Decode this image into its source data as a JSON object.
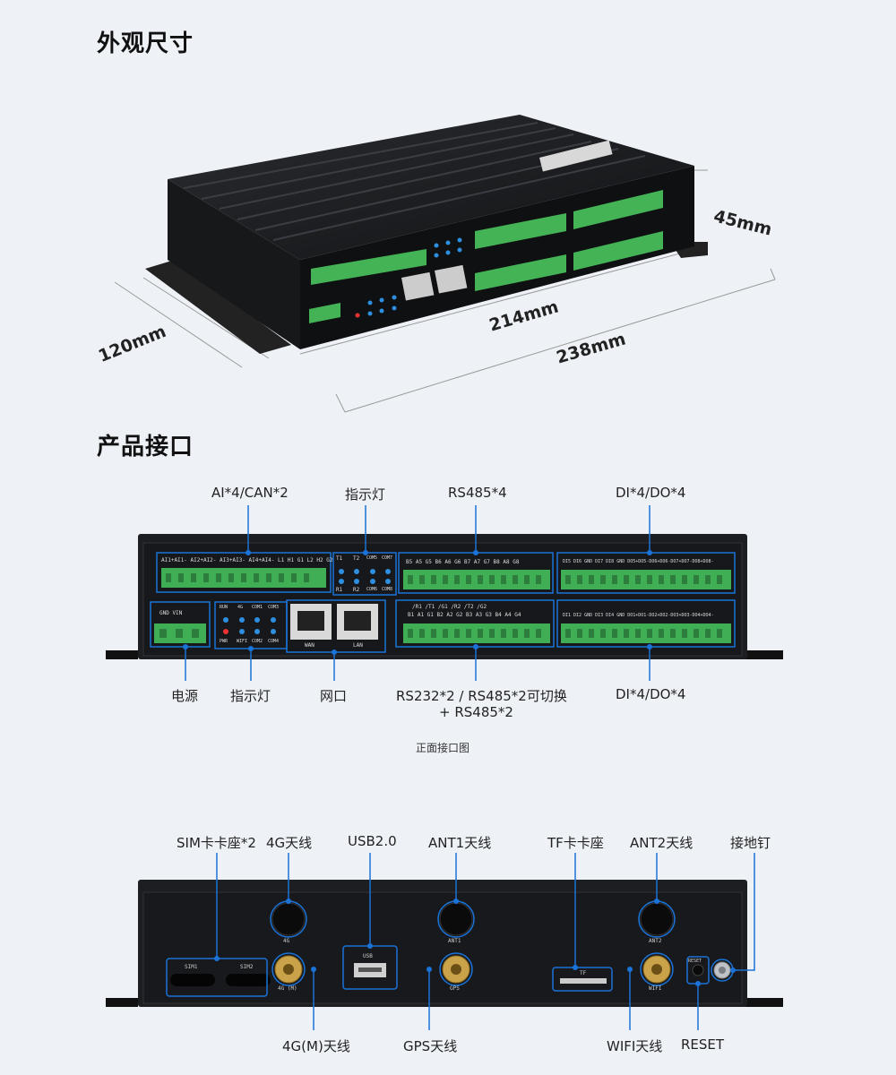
{
  "sections": {
    "dimensions_title": "外观尺寸",
    "interfaces_title": "产品接口"
  },
  "dimensions": {
    "height": "45mm",
    "inner_length": "214mm",
    "depth": "120mm",
    "outer_length": "238mm"
  },
  "front_panel": {
    "callouts_top": [
      "AI*4/CAN*2",
      "指示灯",
      "RS485*4",
      "DI*4/DO*4"
    ],
    "callouts_bottom": [
      "电源",
      "指示灯",
      "网口",
      "RS232*2 / RS485*2可切换",
      "+ RS485*2",
      "DI*4/DO*4"
    ],
    "caption": "正面接口图",
    "terminal_labels": {
      "ai_can": "AI1+AI1- AI2+AI2- AI3+AI3- AI4+AI4- L1 H1 G1 L2 H2 G2",
      "rs485": "B5 A5 G5 B6 A6 G6 B7 A7 G7 B8 A8 G8",
      "di_do_top": "DI5 DI6 GND DI7 DI8 GND DO5+DO5-DO6+DO6-DO7+DO7-DO8+DO8-",
      "rs232": "/R1 /T1 /G1 /R2 /T2 /G2",
      "rs232_b": "B1 A1 G1 B2 A2 G2 B3 A3 G3 B4 A4 G4",
      "di_do_bottom": "DI1 DI2 GND DI3 DI4 GND DO1+DO1-DO2+DO2-DO3+DO3-DO4+DO4-",
      "power": "GND VIN",
      "leds_top": [
        "T1",
        "T2",
        "COM5",
        "COM7",
        "R1",
        "R2",
        "COM6",
        "COM8"
      ],
      "leds_bottom": [
        "RUN",
        "4G",
        "COM1",
        "COM3",
        "PWR",
        "WIFI",
        "COM2",
        "COM4"
      ],
      "wan": "WAN",
      "lan": "LAN"
    }
  },
  "back_panel": {
    "callouts_top": [
      "SIM卡卡座*2",
      "4G天线",
      "USB2.0",
      "ANT1天线",
      "TF卡卡座",
      "ANT2天线",
      "接地钉"
    ],
    "callouts_bottom": [
      "4G(M)天线",
      "GPS天线",
      "WIFI天线",
      "RESET"
    ],
    "port_labels": [
      "4G",
      "ANT1",
      "ANT2",
      "SIM1",
      "SIM2",
      "4G (M)",
      "USB",
      "GPS",
      "TF",
      "WIFI",
      "RESET"
    ]
  },
  "colors": {
    "accent": "#1a73d8",
    "device": "#1c1d20",
    "terminal": "#3fae54"
  }
}
